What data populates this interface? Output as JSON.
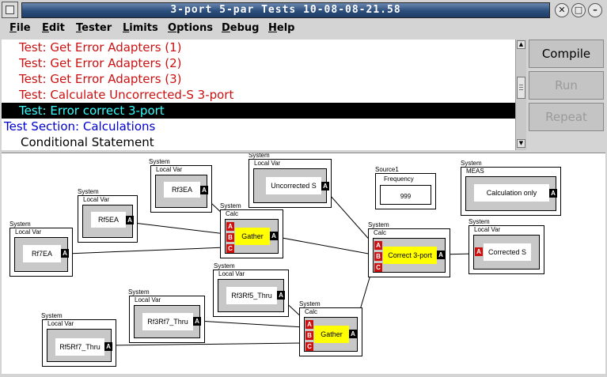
{
  "window": {
    "title": "3-port 5-par Tests 10-08-08-21.58"
  },
  "menu": [
    "File",
    "Edit",
    "Tester",
    "Limits",
    "Options",
    "Debug",
    "Help"
  ],
  "test_list": [
    {
      "text": "Test: Get Error Adapters (1)",
      "color": "#cc1111",
      "selected": false
    },
    {
      "text": "Test: Get Error Adapters (2)",
      "color": "#cc1111",
      "selected": false
    },
    {
      "text": "Test: Get Error Adapters (3)",
      "color": "#cc1111",
      "selected": false
    },
    {
      "text": "Test: Calculate Uncorrected-S 3-port",
      "color": "#cc1111",
      "selected": false
    },
    {
      "text": "Test: Error correct 3-port",
      "color": "#33ffff",
      "selected": true
    },
    {
      "text": "Test Section: Calculations",
      "color": "#0000cc",
      "selected": false
    },
    {
      "text": "Conditional Statement",
      "color": "#000000",
      "selected": false
    }
  ],
  "buttons": {
    "compile": "Compile",
    "run": "Run",
    "repeat": "Repeat"
  },
  "canvas": {
    "system_label": "System",
    "local_var_label": "Local Var",
    "calc_label": "Calc",
    "meas_label": "MEAS",
    "source_label": "Source1",
    "frequency_label": "Frequency",
    "frequency_value": "999",
    "blocks": {
      "rf3ea": "Rf3EA",
      "rf5ea": "Rf5EA",
      "rf7ea": "Rf7EA",
      "uncorrected_s": "Uncorrected S",
      "gather_top": "Gather",
      "correct_3port": "Correct 3-port",
      "calculation_only": "Calculation only",
      "corrected_s": "Corrected S",
      "rf3rf5_thru": "Rf3Rf5_Thru",
      "rf3rf7_thru": "Rf3Rf7_Thru",
      "rf5rf7_thru": "Rf5Rf7_Thru",
      "gather_bottom": "Gather"
    },
    "port_letters": {
      "a": "A",
      "b": "B",
      "c": "C"
    }
  },
  "colors": {
    "title_bar": "#2c4e7c",
    "calc_face": "#ffff00",
    "input_port": "#cc1111",
    "output_port": "#000000",
    "selection": "#000000"
  }
}
